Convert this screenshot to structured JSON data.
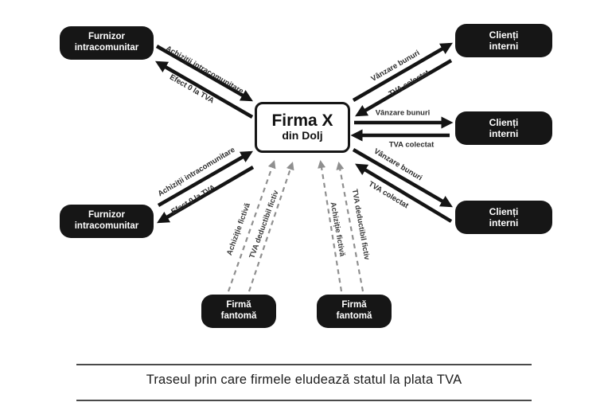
{
  "colors": {
    "node_bg": "#161616",
    "arrow_solid": "#141414",
    "arrow_dashed": "#8f8f8f",
    "background": "#ffffff"
  },
  "center": {
    "title": "Firma X",
    "subtitle": "din Dolj"
  },
  "nodes": {
    "furnizor_top": {
      "label": "Furnizor\nintracomunitar"
    },
    "furnizor_bottom": {
      "label": "Furnizor\nintracomunitar"
    },
    "clienti_top": {
      "label": "Clienți\ninterni"
    },
    "clienti_mid": {
      "label": "Clienți\ninterni"
    },
    "clienti_bottom": {
      "label": "Clienți\ninterni"
    },
    "fantoma_left": {
      "label": "Firmă\nfantomă"
    },
    "fantoma_right": {
      "label": "Firmă\nfantomă"
    }
  },
  "edges": {
    "achizitii_top": "Achiziții intracomunitare",
    "efect_top": "Efect 0 la TVA",
    "achizitii_bottom": "Achiziții intracomunitare",
    "efect_bottom": "Efect 0 la TVA",
    "vanzare_top": "Vânzare bunuri",
    "tva_top": "TVA colectat",
    "vanzare_mid": "Vânzare bunuri",
    "tva_mid": "TVA colectat",
    "vanzare_bottom": "Vânzare bunuri",
    "tva_bottom": "TVA colectat",
    "fantoma_left_achizitie": "Achiziție fictivă",
    "fantoma_left_tva": "TVA deductibil fictiv",
    "fantoma_right_achizitie": "Achiziție fictivă",
    "fantoma_right_tva": "TVA deductibil fictiv"
  },
  "caption": {
    "text": "Traseul prin care firmele eludează statul la plata TVA"
  }
}
